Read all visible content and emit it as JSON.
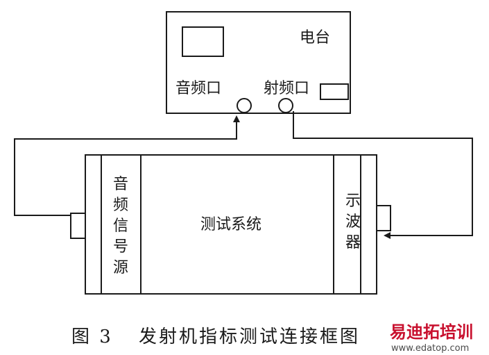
{
  "diagram": {
    "radio": {
      "label": "电台",
      "audio_port_label": "音频口",
      "rf_port_label": "射频口"
    },
    "test_system": {
      "label": "测试系统",
      "signal_source_label": [
        "音",
        "频",
        "信",
        "号",
        "源"
      ],
      "oscilloscope_label": [
        "示",
        "波",
        "器"
      ]
    }
  },
  "caption": {
    "figure_number": "图 3",
    "title": "发射机指标测试连接框图"
  },
  "watermark": {
    "brand": "易迪拓培训",
    "url": "www.edatop.com"
  }
}
